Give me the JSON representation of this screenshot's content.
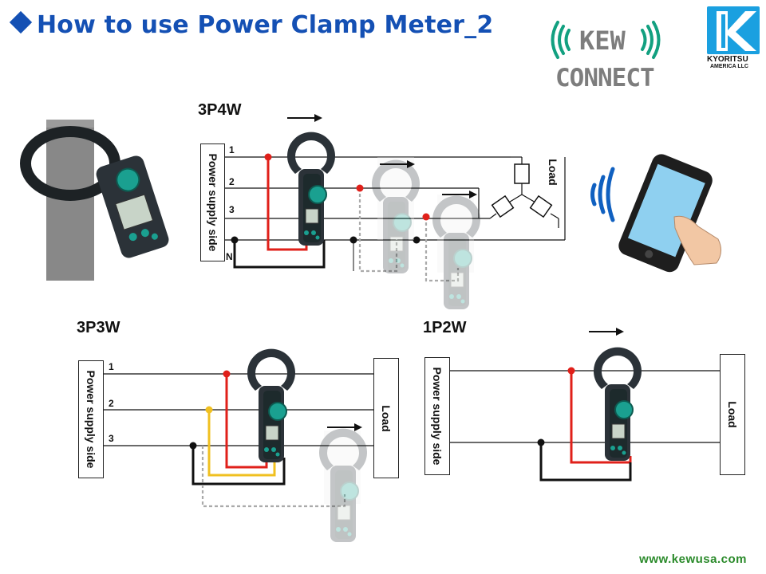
{
  "header": {
    "title": "How to use Power Clamp Meter_2"
  },
  "logo": {
    "kew": "KEW",
    "connect": "CONNECT",
    "company": "KYORITSU",
    "company_sub": "AMERICA LLC"
  },
  "footer": {
    "url": "www.kewusa.com"
  },
  "diagrams": {
    "d3p4w": {
      "title": "3P4W",
      "supply_label": "Power supply side",
      "load_label": "Load",
      "wires": [
        "1",
        "2",
        "3",
        "N"
      ]
    },
    "d3p3w": {
      "title": "3P3W",
      "supply_label": "Power supply side",
      "load_label": "Load",
      "wires": [
        "1",
        "2",
        "3"
      ]
    },
    "d1p2w": {
      "title": "1P2W",
      "supply_label": "Power supply side",
      "load_label": "Load"
    }
  },
  "colors": {
    "title": "#1450b4",
    "red_lead": "#e0201a",
    "yellow_lead": "#f0c020",
    "black_lead": "#111111",
    "meter_green": "#1aa090",
    "kew_green": "#12a080",
    "url": "#2a8a2a"
  }
}
